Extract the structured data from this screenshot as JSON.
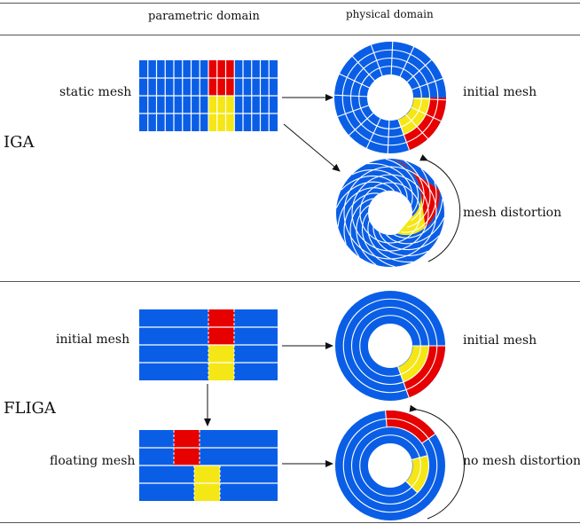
{
  "header": {
    "parametric": "parametric domain",
    "physical": "physical domain"
  },
  "iga": {
    "title": "IGA",
    "left_label": "static mesh",
    "right_top": "initial mesh",
    "right_bottom": "mesh distortion"
  },
  "fliga": {
    "title": "FLIGA",
    "left_top": "initial mesh",
    "left_bottom": "floating mesh",
    "right_top": "initial mesh",
    "right_bottom": "no mesh distortion"
  },
  "colors": {
    "blue": "#0a5ee6",
    "red": "#e60000",
    "yellow": "#f5e616",
    "line": "#ffffff",
    "rule": "#555555",
    "arrow": "#111111"
  }
}
